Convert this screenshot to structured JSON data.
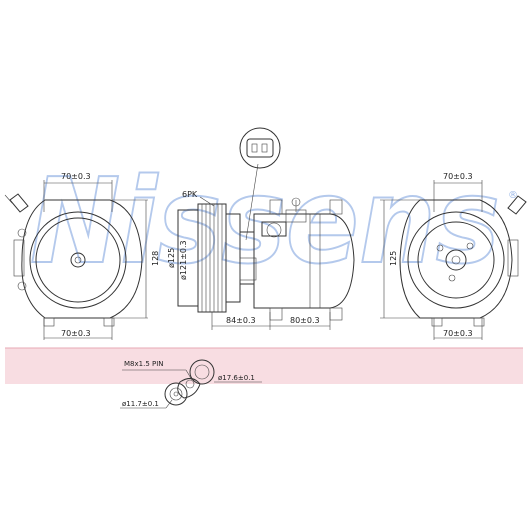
{
  "watermark": {
    "text": "Nissens",
    "registered": "®"
  },
  "dims": {
    "width_top_left": "70±0.3",
    "width_bottom_left": "70±0.3",
    "height_left": "128",
    "belt_type": "6PK",
    "pulley_diameter": "ø125",
    "hub_diameter": "ø121±0.3",
    "length_a": "84±0.3",
    "length_b": "80±0.3",
    "width_top_right": "70±0.3",
    "width_bottom_right": "70±0.3",
    "height_right": "125"
  },
  "fitting": {
    "thread": "M8x1.5 PIN",
    "port_large": "ø17.6±0.1",
    "port_small": "ø11.7±0.1"
  }
}
